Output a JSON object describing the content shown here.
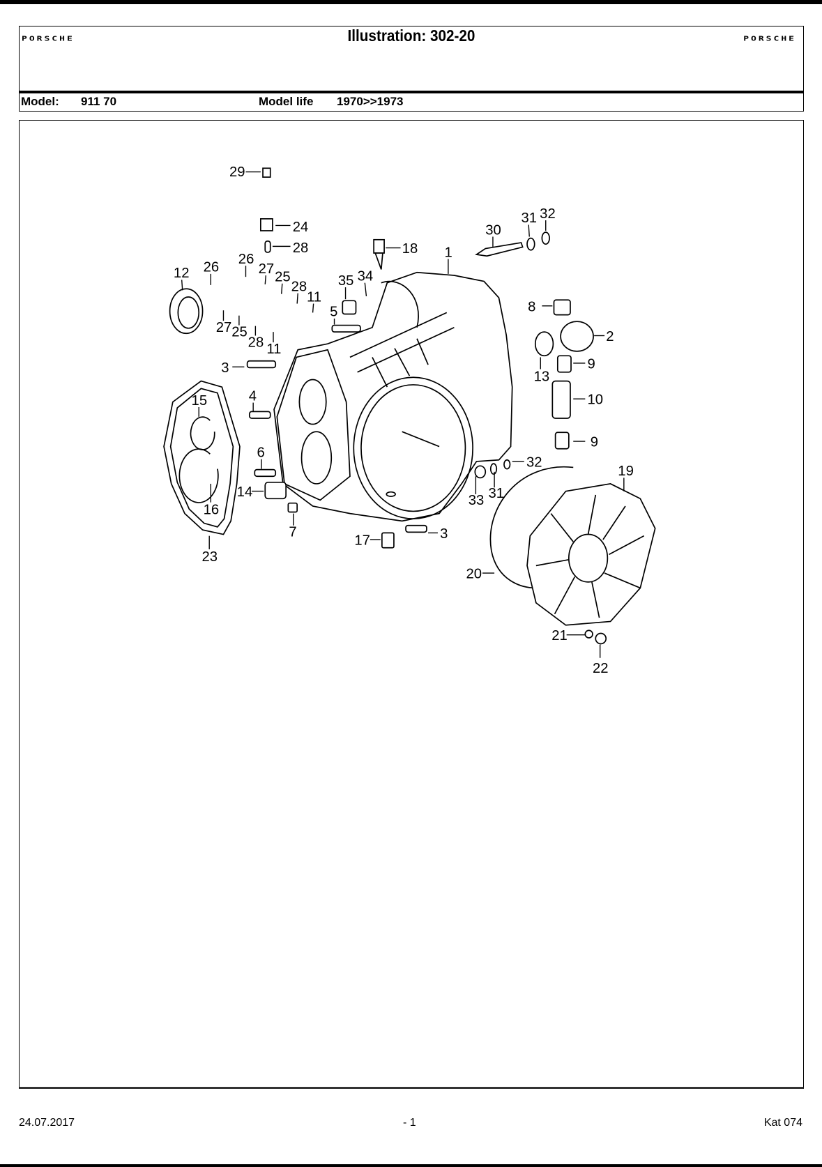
{
  "header": {
    "logo_left": "PORSCHE",
    "title": "Illustration: 302-20",
    "logo_right": "PORSCHE"
  },
  "model_row": {
    "model_label": "Model:",
    "model_value": "911 70",
    "life_label": "Model life",
    "life_value": "1970>>1973"
  },
  "diagram": {
    "callouts": [
      "29",
      "24",
      "28",
      "18",
      "30",
      "31",
      "32",
      "1",
      "12",
      "26",
      "26",
      "27",
      "25",
      "28",
      "11",
      "35",
      "34",
      "5",
      "8",
      "2",
      "27",
      "25",
      "28",
      "11",
      "13",
      "9",
      "3",
      "10",
      "15",
      "4",
      "9",
      "6",
      "32",
      "19",
      "14",
      "33",
      "31",
      "16",
      "7",
      "17",
      "3",
      "23",
      "20",
      "21",
      "22"
    ]
  },
  "footer": {
    "date": "24.07.2017",
    "page": "- 1",
    "catalog": "Kat 074"
  }
}
